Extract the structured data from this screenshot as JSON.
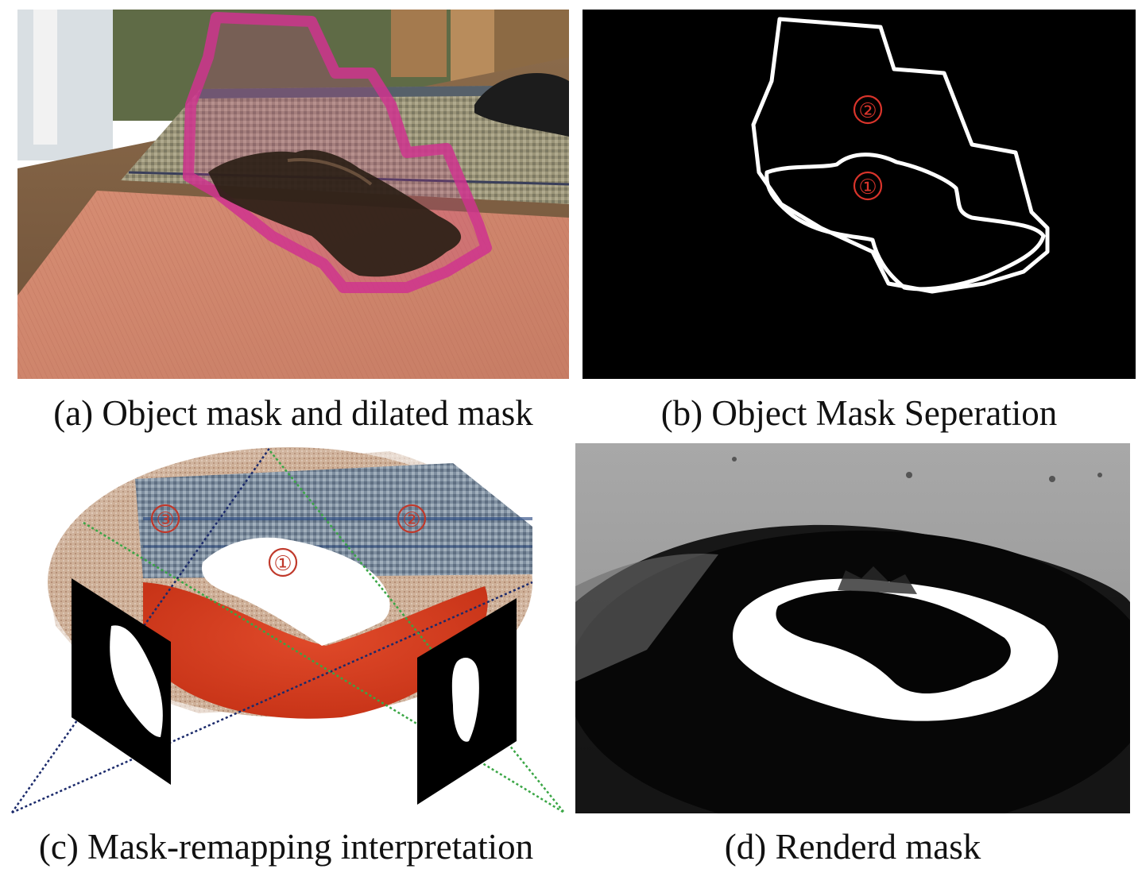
{
  "figure": {
    "panels": [
      {
        "id": "a",
        "caption": "(a) Object mask and dilated mask"
      },
      {
        "id": "b",
        "caption": "(b) Object Mask Seperation"
      },
      {
        "id": "c",
        "caption": "(c) Mask-remapping interpretation"
      },
      {
        "id": "d",
        "caption": "(d) Renderd mask"
      }
    ],
    "region_labels_b": [
      "①",
      "②"
    ],
    "region_labels_c": [
      "①",
      "②",
      "③"
    ],
    "colors": {
      "dilated_mask": "#d0338f",
      "label_red": "#c0392b",
      "blue_ray": "#1b2a6b",
      "green_ray": "#3aa645"
    }
  }
}
